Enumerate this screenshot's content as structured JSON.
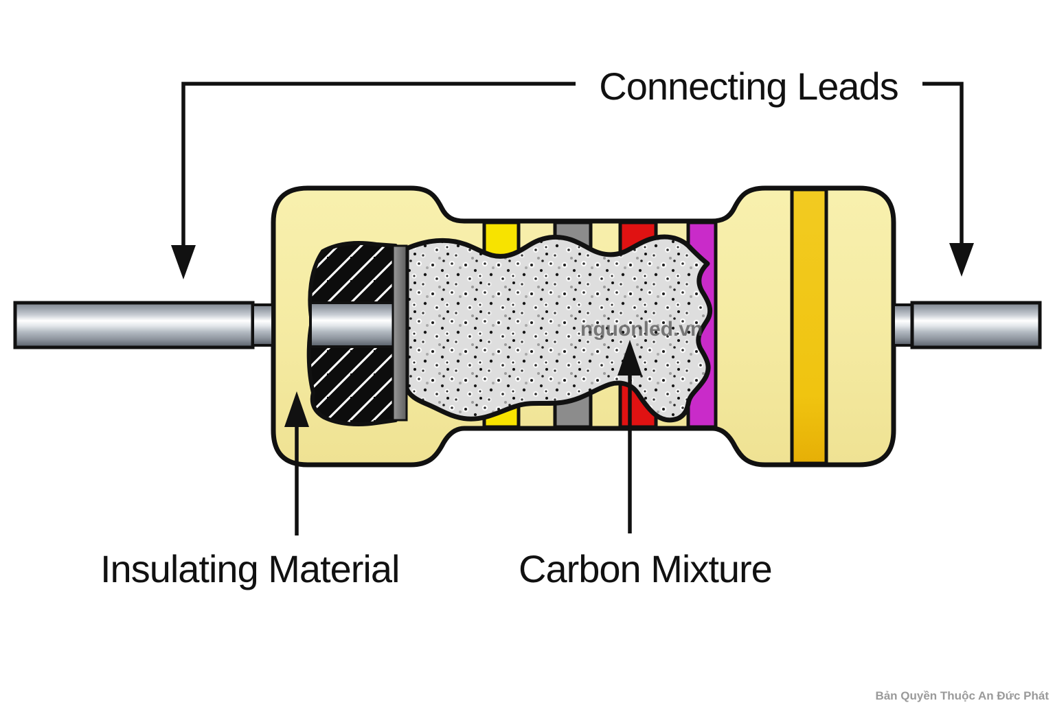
{
  "diagram": {
    "labels": {
      "connecting_leads": "Connecting Leads",
      "insulating_material": "Insulating Material",
      "carbon_mixture": "Carbon Mixture"
    },
    "watermark": "nguonled.vn",
    "copyright": "Bản Quyền Thuộc An Đức Phát",
    "colors": {
      "body": "#F5EBA3",
      "band_yellow": "#F7E300",
      "band_gray": "#8C8C8C",
      "band_red": "#E01212",
      "band_magenta": "#C92BC9",
      "band_gold": "#EFC117",
      "lead_metal": "#B9C0C8",
      "carbon_base": "#DEDEDE",
      "outline": "#111111",
      "label_text": "#111111",
      "watermark_color": "#4D4D4D",
      "copyright_color": "#9A9A9A"
    },
    "bands_order": [
      "yellow",
      "gray",
      "red",
      "magenta",
      "gold-tolerance"
    ]
  }
}
